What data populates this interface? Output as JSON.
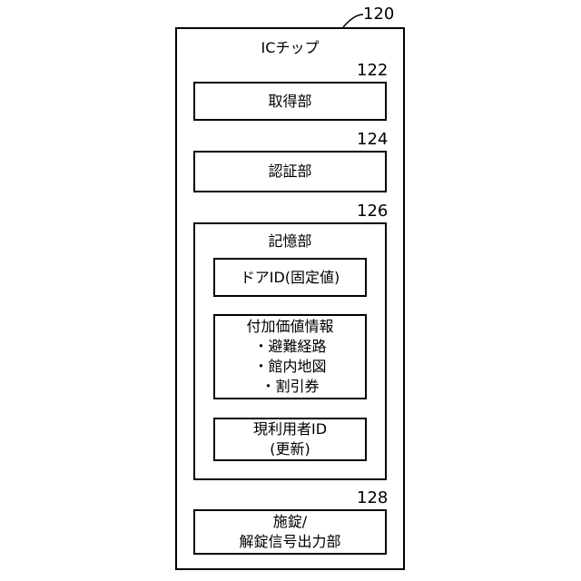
{
  "chip": {
    "ref": "120",
    "title": "ICチップ"
  },
  "acquisition": {
    "ref": "122",
    "label": "取得部"
  },
  "authentication": {
    "ref": "124",
    "label": "認証部"
  },
  "storage": {
    "ref": "126",
    "label": "記憶部",
    "door_id": "ドアID(固定値)",
    "value_info": {
      "title": "付加価値情報",
      "items": [
        "・避難経路",
        "・館内地図",
        "・割引券"
      ]
    },
    "current_user": {
      "line1": "現利用者ID",
      "line2": "(更新)"
    }
  },
  "lock": {
    "ref": "128",
    "line1": "施錠/",
    "line2": "解錠信号出力部"
  }
}
